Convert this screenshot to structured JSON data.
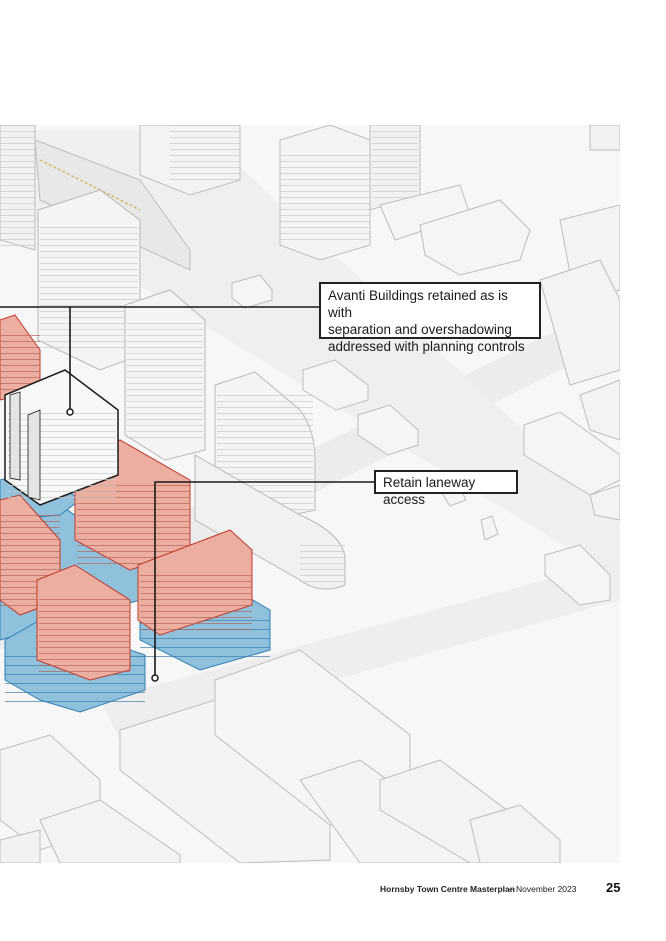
{
  "callouts": {
    "avanti": {
      "line1": "Avanti Buildings retained as is with",
      "line2": "separation and overshadowing",
      "line3": "addressed with planning controls"
    },
    "laneway": "Retain laneway access"
  },
  "footer": {
    "title": "Hornsby Town Centre Masterplan",
    "separator": "–",
    "date": "November 2023"
  },
  "page_number": "25",
  "colors": {
    "proposed_tower": "#ecaea0",
    "proposed_tower_edge": "#c0392b",
    "podium": "#8fc1dd",
    "podium_edge": "#2f7fb5",
    "context_building": "#f2f2f2",
    "context_edge": "#b8b8b8",
    "retained_building": "#ffffff",
    "retained_edge": "#1a1a1a"
  }
}
